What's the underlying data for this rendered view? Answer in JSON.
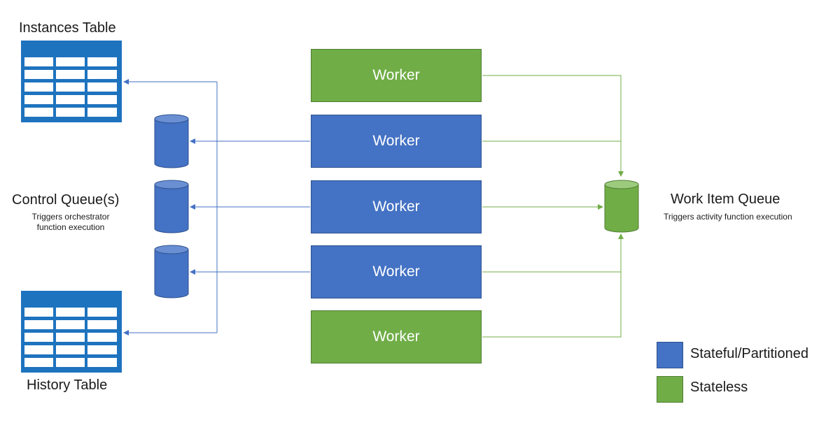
{
  "instances_table": {
    "title": "Instances Table"
  },
  "history_table": {
    "title": "History Table"
  },
  "control_queue": {
    "title": "Control Queue(s)",
    "subtitle_line1": "Triggers orchestrator",
    "subtitle_line2": "function execution"
  },
  "work_item_queue": {
    "title": "Work Item Queue",
    "subtitle": "Triggers activity function execution"
  },
  "workers": [
    {
      "label": "Worker",
      "kind": "stateless"
    },
    {
      "label": "Worker",
      "kind": "stateful"
    },
    {
      "label": "Worker",
      "kind": "stateful"
    },
    {
      "label": "Worker",
      "kind": "stateful"
    },
    {
      "label": "Worker",
      "kind": "stateless"
    }
  ],
  "legend": {
    "stateful": "Stateful/Partitioned",
    "stateless": "Stateless"
  },
  "colors": {
    "stateful": "#4472c4",
    "stateless": "#70ad47",
    "table": "#1e73be"
  }
}
